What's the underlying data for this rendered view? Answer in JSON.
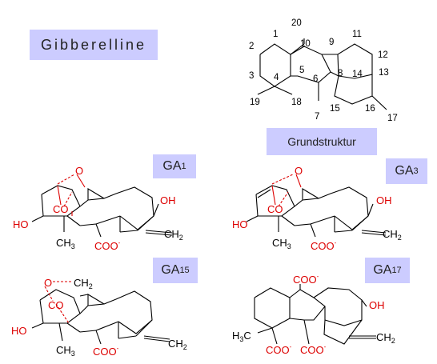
{
  "title": "Gibberelline",
  "base_structure": {
    "label": "Grundstruktur",
    "numbers": [
      "1",
      "2",
      "3",
      "4",
      "5",
      "6",
      "7",
      "8",
      "9",
      "10",
      "11",
      "12",
      "13",
      "14",
      "15",
      "16",
      "17",
      "18",
      "19",
      "20"
    ]
  },
  "compounds": [
    {
      "id": "ga1",
      "label": "GA",
      "subscript": "1"
    },
    {
      "id": "ga3",
      "label": "GA",
      "subscript": "3"
    },
    {
      "id": "ga15",
      "label": "GA",
      "subscript": "15"
    },
    {
      "id": "ga17",
      "label": "GA",
      "subscript": "17"
    }
  ],
  "groups": {
    "o": "O",
    "co": "CO",
    "oh": "OH",
    "ho": "HO",
    "coo": "COO",
    "minus": "-",
    "ch": "CH",
    "three": "3",
    "two": "2",
    "h": "H",
    "c": "C"
  },
  "colors": {
    "highlight": "#ccccff",
    "oxygen": "#dd0000",
    "bond": "#000000"
  }
}
